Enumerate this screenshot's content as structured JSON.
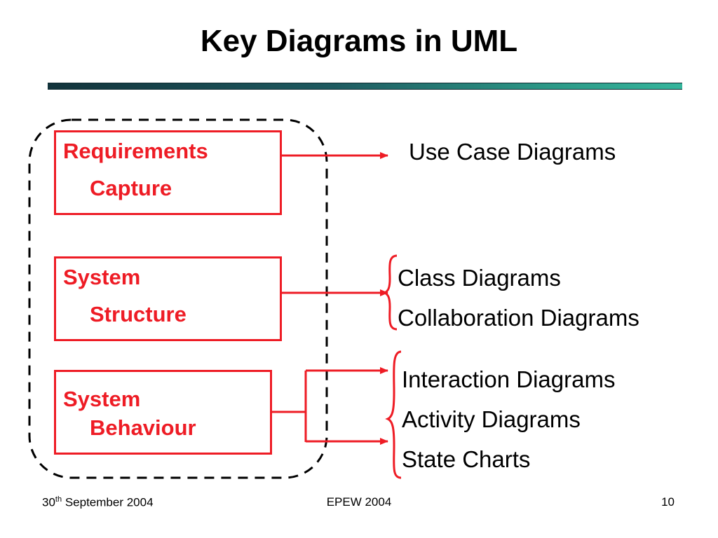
{
  "title": "Key Diagrams in UML",
  "boxes": {
    "requirements": {
      "line1": "Requirements",
      "line2": "Capture"
    },
    "structure": {
      "line1": "System",
      "line2": "Structure"
    },
    "behaviour": {
      "line1": "System",
      "line2": "Behaviour"
    }
  },
  "diagrams": {
    "use_case": "Use Case Diagrams",
    "class": "Class Diagrams",
    "collaboration": "Collaboration Diagrams",
    "interaction": "Interaction Diagrams",
    "activity": "Activity Diagrams",
    "state": "State Charts"
  },
  "footer": {
    "date_day": "30",
    "date_suffix": "th",
    "date_rest": " September 2004",
    "event": "EPEW 2004",
    "page": "10"
  },
  "colors": {
    "accent": "#ee1c25",
    "rule_dark": "#12333b",
    "rule_light": "#35b59c"
  }
}
